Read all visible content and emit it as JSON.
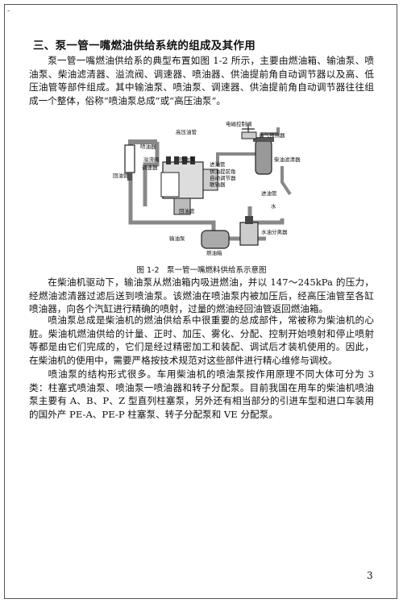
{
  "corner_mark": "-",
  "section_title": "三、泵一管一嘴燃油供给系统的组成及其作用",
  "paragraphs": {
    "p1": "泵一管一嘴燃油供给系的典型布置如图 1-2 所示，主要由燃油箱、输油泵、喷油泵、柴油滤清器、溢流阀、调速器、喷油器、供油提前角自动调节器以及高、低压油管等部件组成。其中输油泵、喷油泵、调速器、供油提前角自动调节器往往组成一个整体，俗称“喷油泵总成”或“高压油泵”。",
    "p2": "在柴油机驱动下，输油泵从燃油箱内吸进燃油，并以 147～245kPa 的压力，经燃油滤清器过滤后送到喷油泵。该燃油在喷油泵内被加压后，经高压油管至各缸喷油器，向各个汽缸进行精确的喷射，过量的燃油经回油管返回燃油箱。",
    "p3": "喷油泵总成是柴油机的燃油供给系中很重要的总成部件，常被称为柴油机的心脏。柴油机燃油供给的计量、正时、加压、雾化、分配、控制开始喷射和停止喷射等都是由它们完成的，它们是经过精密加工和装配、调试后才装机使用的。因此，在柴油机的使用中，需要严格按技术规范对这些部件进行精心维修与调校。",
    "p4": "喷油泵的结构形式很多。车用柴油机的喷油泵按作用原理不同大体可分为 3 类：柱塞式喷油泵、喷油泵一喷油器和转子分配泵。目前我国在用车的柴油机喷油泵主要有 A、B、P、Z 型直列柱塞泵，另外还有相当部分的引进车型和进口车装用的国外产 PE-A、PE-P 柱塞泵、转子分配泵和 VE 分配泵。"
  },
  "figure": {
    "caption": "图 1-2　泵一管一嘴燃料供给系示意图",
    "labels": {
      "solenoid_valve": "电磁控制阀",
      "preheater": "进气预热器",
      "diesel_filter": "柴油滤清器",
      "high_pressure_pipe": "高压油管",
      "injector": "喷油器",
      "injection_pump": "喷油泵",
      "overflow_valve": "溢流阀",
      "governor": "调速器",
      "inlet_pipe": "进油管",
      "advance_device_l1": "供油提前角",
      "advance_device_l2": "自动调节器",
      "coupler": "联轴器",
      "return_pipe_left": "回油管",
      "return_pipe_mid": "回油管",
      "inlet_pipe_right": "进油管",
      "water": "水",
      "water_separator": "水油分离器",
      "feed_pump": "输油泵",
      "fuel_tank": "燃油箱"
    }
  },
  "page_number": "3"
}
